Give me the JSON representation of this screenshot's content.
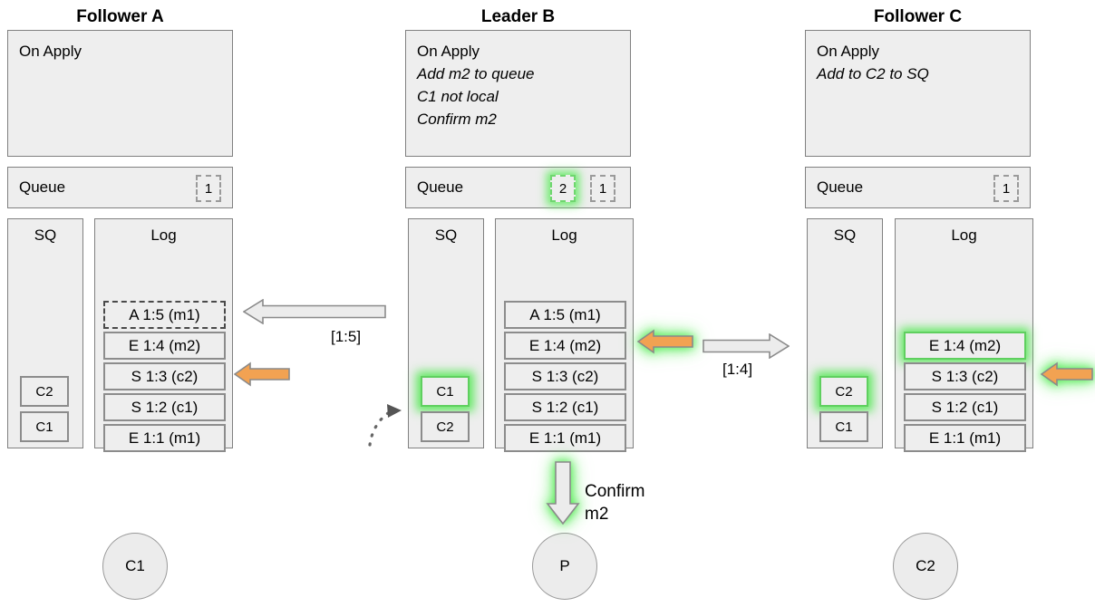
{
  "nodes": [
    {
      "title": "Follower A",
      "on_apply": {
        "header": "On Apply",
        "lines": []
      },
      "queue": {
        "label": "Queue",
        "slots": [
          {
            "value": "1",
            "highlight": false
          }
        ]
      },
      "sq": {
        "label": "SQ",
        "items": [
          {
            "value": "C2",
            "highlight": false
          },
          {
            "value": "C1",
            "highlight": false
          }
        ]
      },
      "log": {
        "label": "Log",
        "entries": [
          {
            "text": "A 1:5 (m1)",
            "style": "dashed",
            "highlight": false
          },
          {
            "text": "E 1:4 (m2)",
            "style": "solid",
            "highlight": false
          },
          {
            "text": "S 1:3 (c2)",
            "style": "solid",
            "highlight": false
          },
          {
            "text": "S 1:2 (c1)",
            "style": "solid",
            "highlight": false
          },
          {
            "text": "E 1:1 (m1)",
            "style": "solid",
            "highlight": false
          }
        ]
      },
      "client": "C1"
    },
    {
      "title": "Leader B",
      "on_apply": {
        "header": "On Apply",
        "lines": [
          "Add m2 to queue",
          "C1 not local",
          "Confirm m2"
        ]
      },
      "queue": {
        "label": "Queue",
        "slots": [
          {
            "value": "2",
            "highlight": true
          },
          {
            "value": "1",
            "highlight": false
          }
        ]
      },
      "sq": {
        "label": "SQ",
        "items": [
          {
            "value": "C1",
            "highlight": true
          },
          {
            "value": "C2",
            "highlight": false
          }
        ]
      },
      "log": {
        "label": "Log",
        "entries": [
          {
            "text": "A 1:5 (m1)",
            "style": "solid",
            "highlight": false
          },
          {
            "text": "E 1:4 (m2)",
            "style": "solid",
            "highlight": false
          },
          {
            "text": "S 1:3 (c2)",
            "style": "solid",
            "highlight": false
          },
          {
            "text": "S 1:2 (c1)",
            "style": "solid",
            "highlight": false
          },
          {
            "text": "E 1:1 (m1)",
            "style": "solid",
            "highlight": false
          }
        ]
      },
      "client": "P"
    },
    {
      "title": "Follower C",
      "on_apply": {
        "header": "On Apply",
        "lines": [
          "Add to C2 to SQ"
        ]
      },
      "queue": {
        "label": "Queue",
        "slots": [
          {
            "value": "1",
            "highlight": false
          }
        ]
      },
      "sq": {
        "label": "SQ",
        "items": [
          {
            "value": "C2",
            "highlight": true
          },
          {
            "value": "C1",
            "highlight": false
          }
        ]
      },
      "log": {
        "label": "Log",
        "entries": [
          {
            "text": "E 1:4 (m2)",
            "style": "solid",
            "highlight": true
          },
          {
            "text": "S 1:3 (c2)",
            "style": "solid",
            "highlight": false
          },
          {
            "text": "S 1:2 (c1)",
            "style": "solid",
            "highlight": false
          },
          {
            "text": "E 1:1 (m1)",
            "style": "solid",
            "highlight": false
          }
        ]
      },
      "client": "C2"
    }
  ],
  "messages": {
    "left_replication_label": "[1:5]",
    "right_replication_label": "[1:4]",
    "confirm_line1": "Confirm",
    "confirm_line2": "m2"
  },
  "colors": {
    "panel_fill": "#eeeeee",
    "panel_border": "#808080",
    "orange_arrow": "#f2a252",
    "gray_arrow_fill": "#ececec",
    "gray_arrow_border": "#8a8a8a",
    "glow_green": "#4fe04f"
  }
}
